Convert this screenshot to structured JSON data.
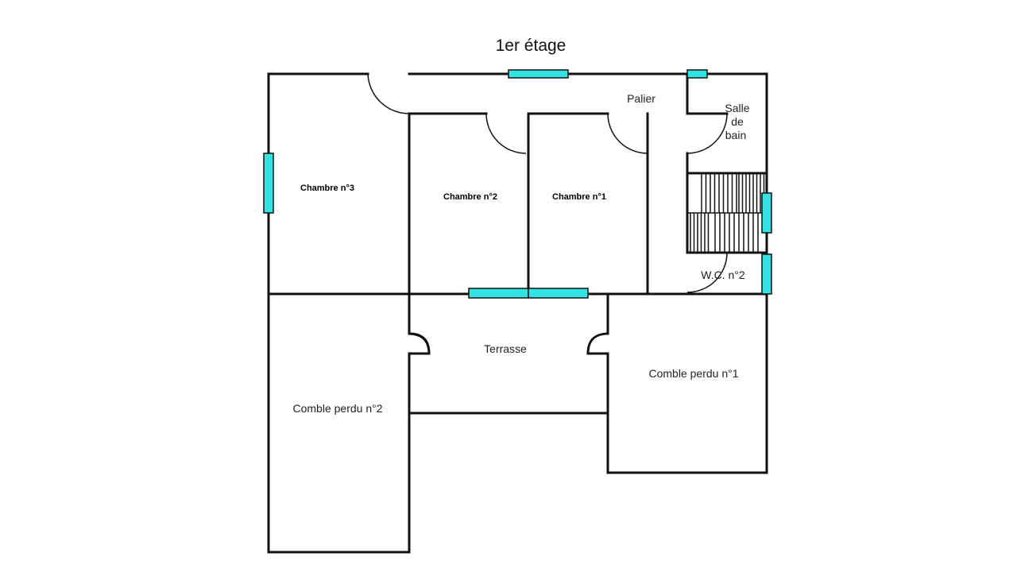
{
  "title": "1er étage",
  "rooms": {
    "chambre3": "Chambre n°3",
    "chambre2": "Chambre n°2",
    "chambre1": "Chambre n°1",
    "palier": "Palier",
    "salle_de_bain": [
      "Salle",
      "de",
      "bain"
    ],
    "wc2": "W.C. n°2",
    "terrasse": "Terrasse",
    "comble1": "Comble perdu n°1",
    "comble2": "Comble perdu n°2"
  },
  "colors": {
    "window": "#33e3e3",
    "wall": "#111111"
  }
}
